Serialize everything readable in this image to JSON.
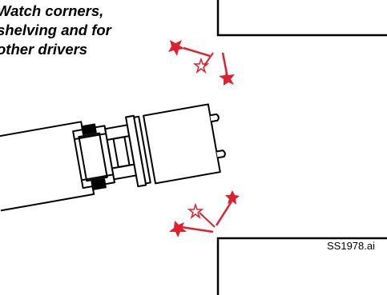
{
  "caption": {
    "lines": [
      "Watch corners,",
      "shelving and for",
      "other drivers"
    ]
  },
  "file_label": "SS1978.ai",
  "colors": {
    "line": "#000000",
    "danger_marks": "#e0202e",
    "background": "#ffffff"
  },
  "icons": {
    "impact_marks": "red-star-burst-icon",
    "forklift": "forklift-topview-icon"
  }
}
